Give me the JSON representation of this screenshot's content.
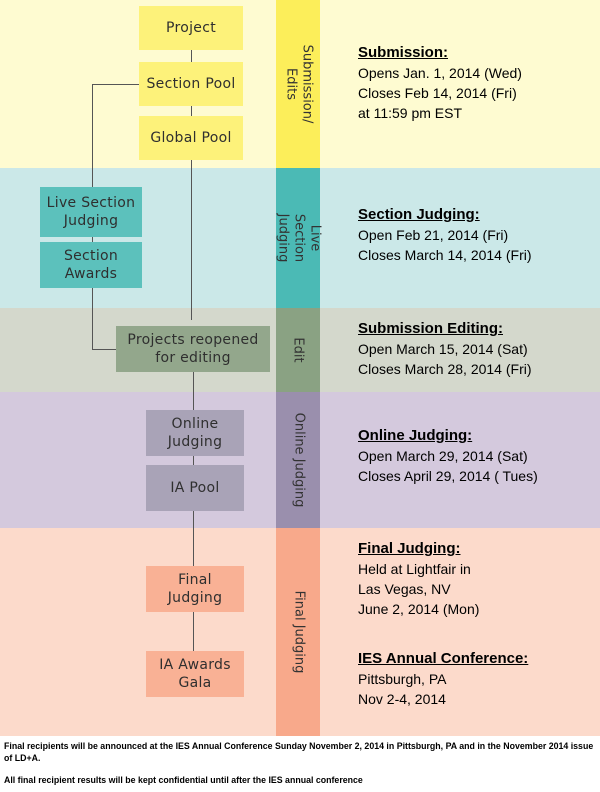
{
  "colors": {
    "submission_band": "#fefbd1",
    "submission_box": "#fdf27a",
    "submission_tab": "#fcee5a",
    "section_band": "#cbe8e8",
    "section_box": "#5cc1bc",
    "section_tab": "#4bbab5",
    "edit_band": "#d4d8cc",
    "edit_box": "#93a78c",
    "edit_tab": "#8aa283",
    "online_band": "#d4c9dd",
    "online_box": "#a9a3b7",
    "online_tab": "#9a8fad",
    "final_band": "#fcdacb",
    "final_box": "#f9b195",
    "final_tab": "#f8a98b",
    "connector": "#555555"
  },
  "flow": {
    "project": "Project",
    "section_pool": "Section Pool",
    "global_pool": "Global Pool",
    "live_section_judging": "Live Section\nJudging",
    "section_awards": "Section\nAwards",
    "projects_reopened": "Projects reopened\nfor editing",
    "online_judging": "Online\nJudging",
    "ia_pool": "IA Pool",
    "final_judging": "Final\nJudging",
    "ia_awards_gala": "IA Awards\nGala"
  },
  "tabs": {
    "submission": "Submission/\nEdits",
    "section": "Live Section\nJudging",
    "edit": "Edit",
    "online": "Online Judging",
    "final": "Final Judging"
  },
  "info": {
    "submission": {
      "heading": "Submission:",
      "lines": [
        "Opens Jan. 1, 2014 (Wed)",
        "Closes Feb 14, 2014 (Fri)",
        "at 11:59 pm EST"
      ]
    },
    "section": {
      "heading": "Section Judging:",
      "lines": [
        "Open Feb 21, 2014 (Fri)",
        "Closes March 14, 2014 (Fri)"
      ]
    },
    "editing": {
      "heading": "Submission Editing:",
      "lines": [
        "Open March 15, 2014 (Sat)",
        "Closes March 28, 2014 (Fri)"
      ]
    },
    "online": {
      "heading": "Online Judging:",
      "lines": [
        "Open March 29, 2014 (Sat)",
        "Closes April 29, 2014 ( Tues)"
      ]
    },
    "final": {
      "heading": "Final Judging:",
      "lines": [
        "Held at Lightfair in",
        "Las Vegas, NV",
        "June 2, 2014 (Mon)"
      ]
    },
    "conference": {
      "heading": "IES Annual Conference:",
      "lines": [
        "Pittsburgh, PA",
        "Nov 2-4, 2014"
      ]
    }
  },
  "footer": {
    "line1": "Final recipients will be announced at the IES Annual Conference Sunday November 2, 2014 in Pittsburgh, PA and in the November 2014 issue of LD+A.",
    "line2": "All final recipient results will be kept confidential until after the IES annual conference"
  }
}
